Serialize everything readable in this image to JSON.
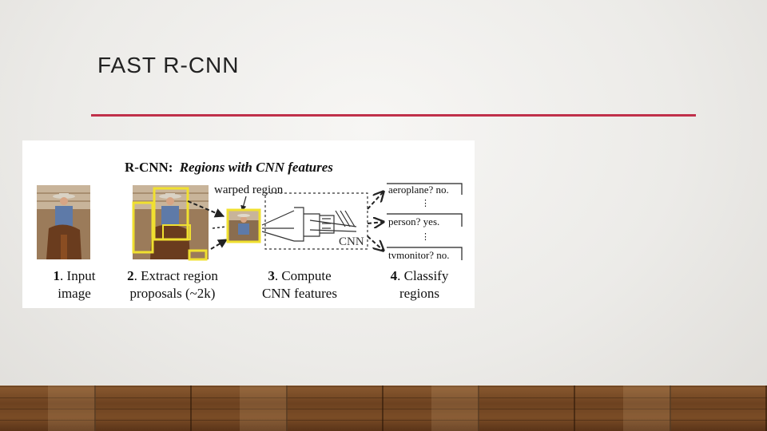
{
  "slide": {
    "title": "FAST R-CNN"
  },
  "figure": {
    "heading_prefix": "R-CNN:",
    "heading_italic": "Regions with CNN features",
    "warped_label": "warped region",
    "cnn_label": "CNN",
    "classes": [
      "aeroplane? no.",
      "person? yes.",
      "tvmonitor? no."
    ],
    "steps": [
      {
        "num": "1",
        "line1": ". Input",
        "line2": "image"
      },
      {
        "num": "2",
        "line1": ". Extract region",
        "line2": "proposals (~2k)"
      },
      {
        "num": "3",
        "line1": ". Compute",
        "line2": "CNN features"
      },
      {
        "num": "4",
        "line1": ". Classify",
        "line2": "regions"
      }
    ],
    "colors": {
      "proposal_box": "#f0e030",
      "arrow": "#333333"
    }
  },
  "theme": {
    "accent_rule": "#c0304a"
  }
}
